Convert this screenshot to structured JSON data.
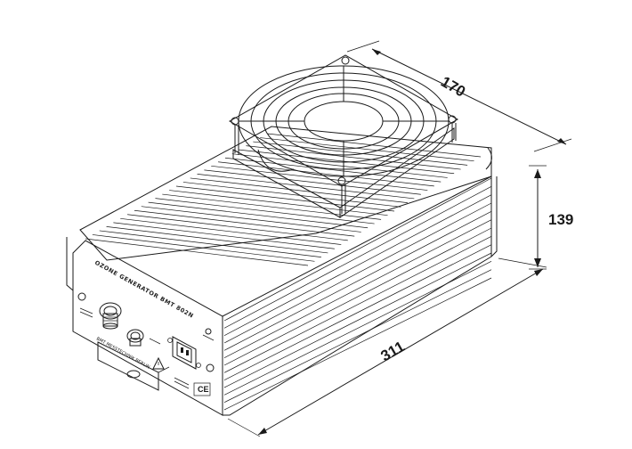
{
  "dimensions": {
    "width": "170",
    "height": "139",
    "length": "311"
  },
  "panel": {
    "title": "OZONE GENERATOR BMT 802N",
    "small_text": [
      "BMT MESSTECHNIK BERLIN"
    ],
    "ce_mark": "CE"
  },
  "colors": {
    "line": "#1a1a1a",
    "background": "#ffffff"
  }
}
